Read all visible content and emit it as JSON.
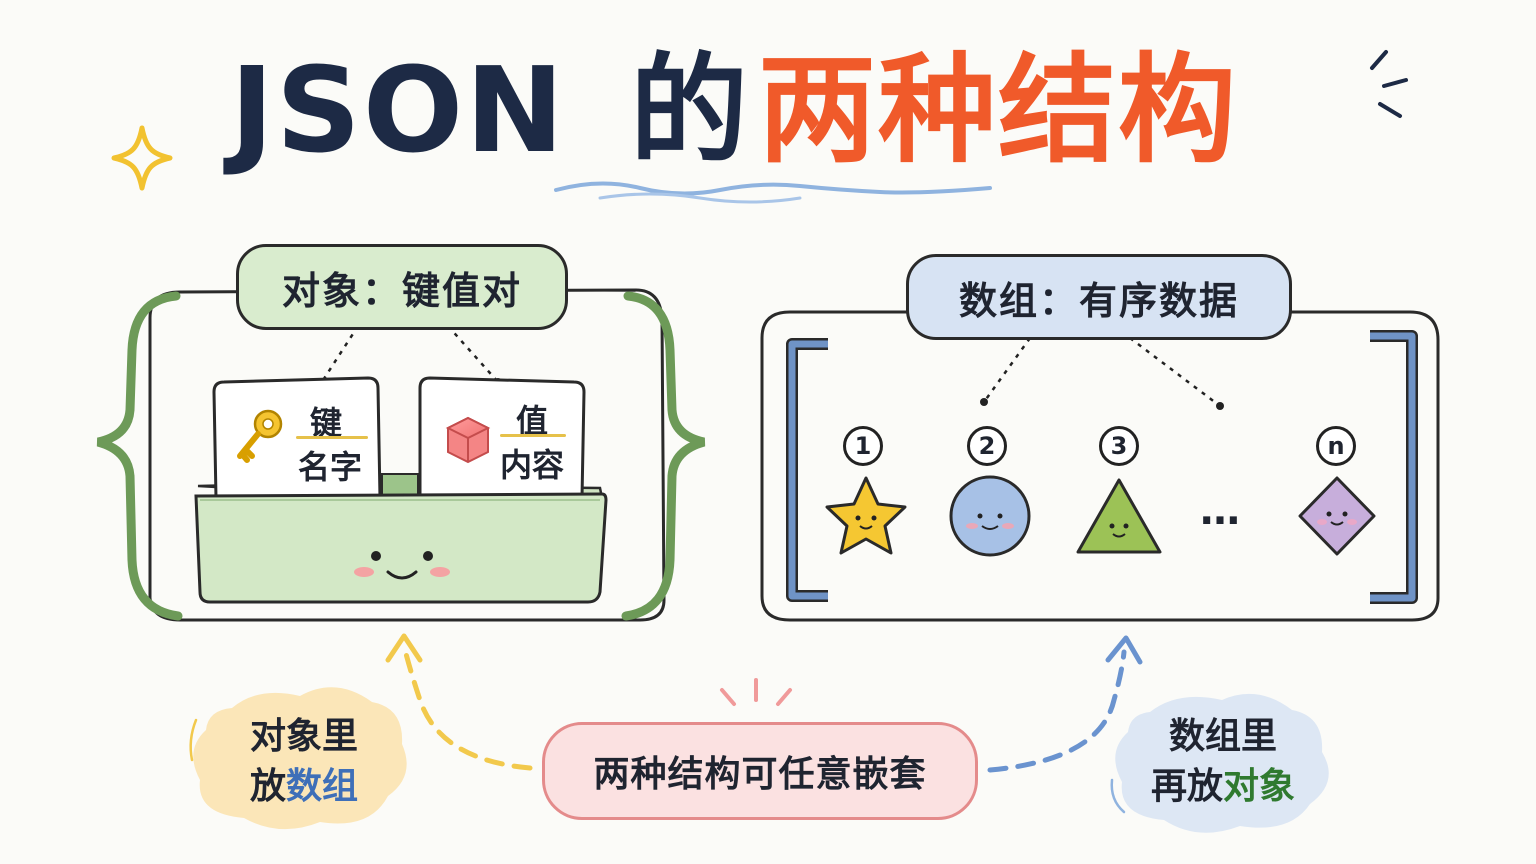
{
  "title": {
    "part1": "JSON",
    "part2": "的",
    "part3": "两种结构"
  },
  "object_panel": {
    "label": "对象：键值对",
    "key_card": {
      "title": "键",
      "subtitle": "名字"
    },
    "value_card": {
      "title": "值",
      "subtitle": "内容"
    }
  },
  "array_panel": {
    "label": "数组：有序数据",
    "items": [
      {
        "index": "1",
        "shape": "star-icon"
      },
      {
        "index": "2",
        "shape": "circle-icon"
      },
      {
        "index": "3",
        "shape": "triangle-icon"
      },
      {
        "index": "n",
        "shape": "diamond-icon"
      }
    ],
    "ellipsis": "…"
  },
  "bottom": {
    "center_label": "两种结构可任意嵌套",
    "left_note": {
      "line1": "对象里",
      "line2_prefix": "放",
      "line2_highlight": "数组"
    },
    "right_note": {
      "line1": "数组里",
      "line2_prefix": "再放",
      "line2_highlight": "对象"
    }
  },
  "colors": {
    "title_dark": "#1d2a45",
    "title_orange": "#f05a2a",
    "object_green": "#6d9a58",
    "array_blue": "#5f86c0",
    "nest_pink": "#e48b8b",
    "arrow_yellow": "#f2c94c",
    "arrow_blue": "#6a93cf"
  }
}
